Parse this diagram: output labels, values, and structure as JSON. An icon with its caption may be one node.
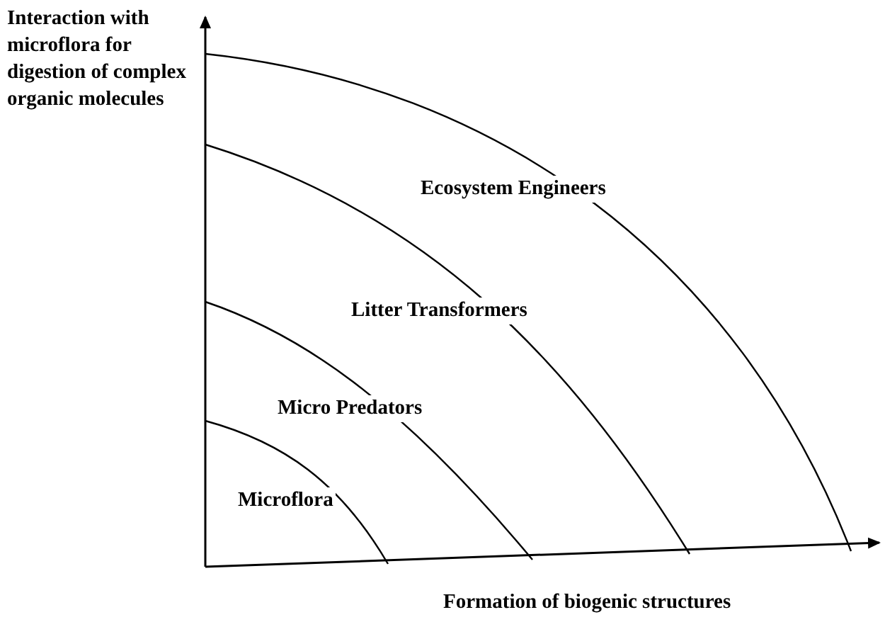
{
  "diagram": {
    "labels": [
      "Interaction with microflora for digestion of complex organic molecules",
      "Ecosystem Engineers",
      "Litter Transformers",
      "Micro Predators",
      "Microflora",
      "Formation of biogenic structures"
    ]
  }
}
